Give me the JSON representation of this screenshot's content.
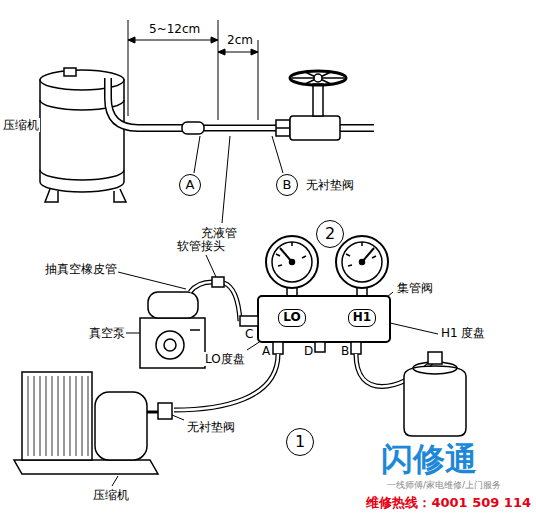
{
  "diagram": {
    "nodes": [
      {
        "text": [
          "A"
        ]
      },
      {
        "text": [
          "B"
        ]
      },
      {
        "text": [
          "2"
        ]
      },
      {
        "text": [
          "LO"
        ]
      },
      {
        "text": [
          "H1"
        ]
      },
      {
        "text": [
          "1"
        ]
      }
    ],
    "labels": [
      "5~12cm",
      "2cm",
      "压缩机",
      "充液管",
      "无衬垫阀",
      "软管接头",
      "抽真空橡皮管",
      "C",
      "集管阀",
      "真空泵",
      "H1 度盘",
      "LO度盘",
      "A",
      "D",
      "B",
      "无衬垫阀",
      "压缩机",
      "闪修通",
      "一线师傅/家电维修/上门服务",
      "维修热线：4001 509 114"
    ]
  }
}
